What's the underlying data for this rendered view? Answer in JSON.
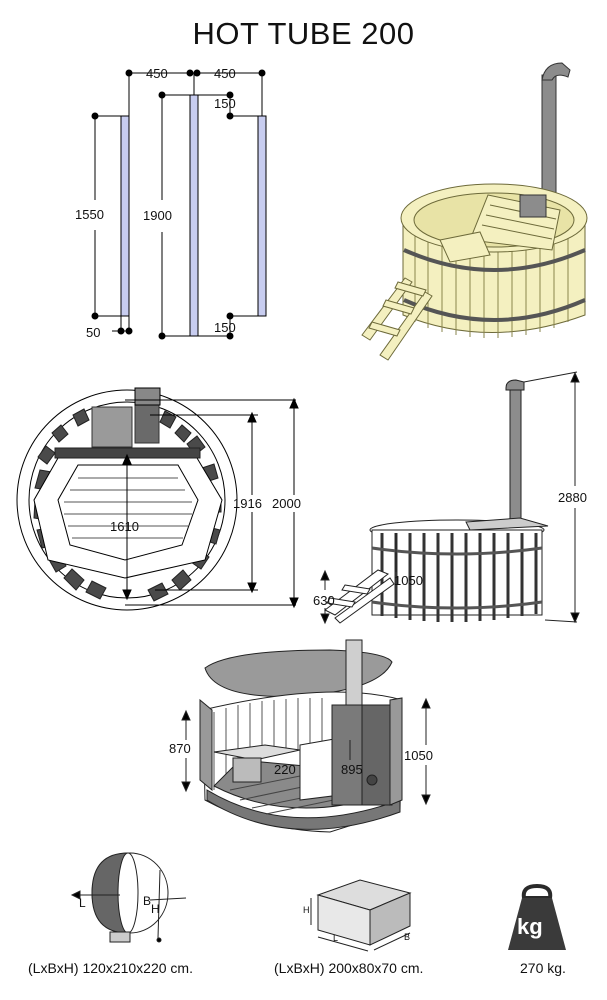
{
  "title": "HOT TUBE 200",
  "posts": {
    "gap_left": "450",
    "gap_right": "450",
    "top_offset": "150",
    "bottom_offset": "150",
    "height_left": "1550",
    "height_middle": "1900",
    "bottom_left": "50"
  },
  "top_view": {
    "inner_diameter": "1610",
    "inner_height": "1916",
    "outer_diameter": "2000"
  },
  "side_view": {
    "total_height": "2880",
    "tub_height": "1050",
    "step_height": "630"
  },
  "section_view": {
    "bench_height": "870",
    "bench_depth": "220",
    "heater_height": "895",
    "wall_height": "1050"
  },
  "packages": {
    "tub_dims": "(LxBxH) 120x210x220 cm.",
    "box_dims": "(LxBxH) 200x80x70 cm.",
    "weight": "270 kg.",
    "weight_label": "kg",
    "tub_letters": {
      "L": "L",
      "B": "B",
      "H": "H"
    },
    "box_letters": {
      "L": "L",
      "B": "B",
      "H": "H"
    }
  },
  "colors": {
    "post_fill": "#c8cdf0",
    "wood": "#f4f0c0",
    "wood_edge": "#6d6a3a",
    "steel": "#8c8c8c",
    "gray_panel": "#9a9a9a",
    "dark": "#333333"
  }
}
